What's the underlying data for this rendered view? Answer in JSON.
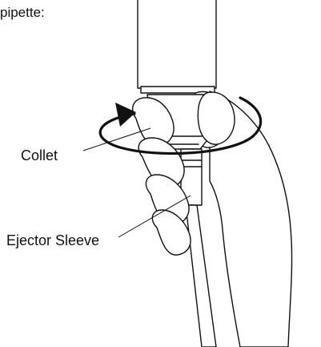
{
  "caption": "pipette:",
  "labels": {
    "collet": "Collet",
    "ejector_sleeve": "Ejector Sleeve"
  },
  "colors": {
    "line": "#111111",
    "fill": "#ffffff"
  }
}
